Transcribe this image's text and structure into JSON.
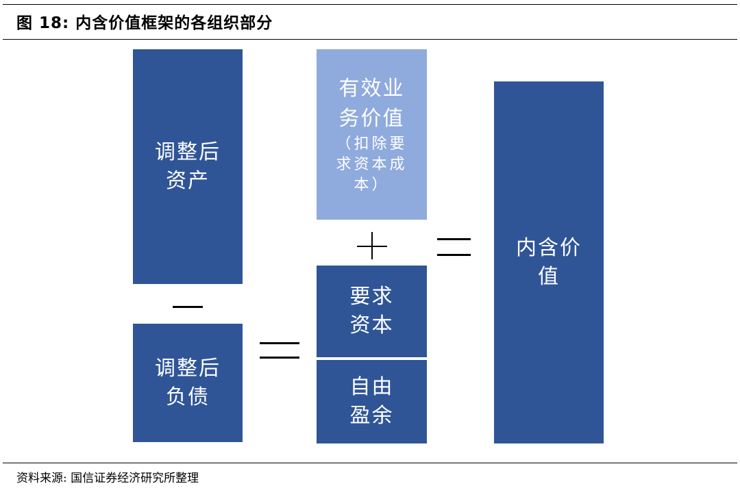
{
  "figure": {
    "title": "图 18:  内含价值框架的各组织部分",
    "source": "资料来源:  国信证券经济研究所整理"
  },
  "boxes": {
    "adjusted_assets": [
      "调整后",
      "资产"
    ],
    "adjusted_liabilities": [
      "调整后",
      "负债"
    ],
    "value_in_force": {
      "main": [
        "有效业",
        "务价值"
      ],
      "sub": [
        "（扣除要",
        "求资本成",
        "本）"
      ]
    },
    "required_capital": [
      "要求",
      "资本"
    ],
    "free_surplus": [
      "自由",
      "盈余"
    ],
    "embedded_value": [
      "内含价",
      "值"
    ]
  },
  "colors": {
    "dark_box": "#2f5597",
    "light_box": "#8faadc"
  }
}
